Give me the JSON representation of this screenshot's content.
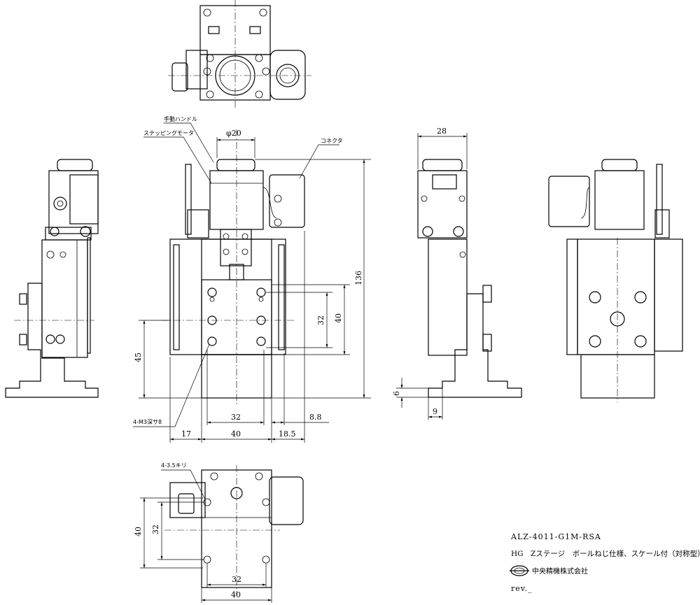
{
  "labels": {
    "handle": "手動ハンドル",
    "motor": "ステッピングモータ",
    "connector": "コネクタ",
    "diameter": "φ20",
    "tapped_holes": "4-M3深サ8",
    "through_holes": "4-3.5キリ"
  },
  "dimensions": {
    "d136": "136",
    "d32_v": "32",
    "d40_v": "40",
    "d45": "45",
    "d32_h": "32",
    "d40_h": "40",
    "d17": "17",
    "d18_5": "18.5",
    "d8_8": "8.8",
    "d28": "28",
    "d6": "6",
    "d9": "9",
    "b40_v": "40",
    "b32_v": "32",
    "b32_h": "32",
    "b40_h": "40"
  },
  "title_block": {
    "model": "ALZ-4011-G1M-RSA",
    "description": "HG　Zステージ　ボールねじ仕様、スケール付（対称型）",
    "company": "中央精機株式会社",
    "revision": "rev._"
  }
}
